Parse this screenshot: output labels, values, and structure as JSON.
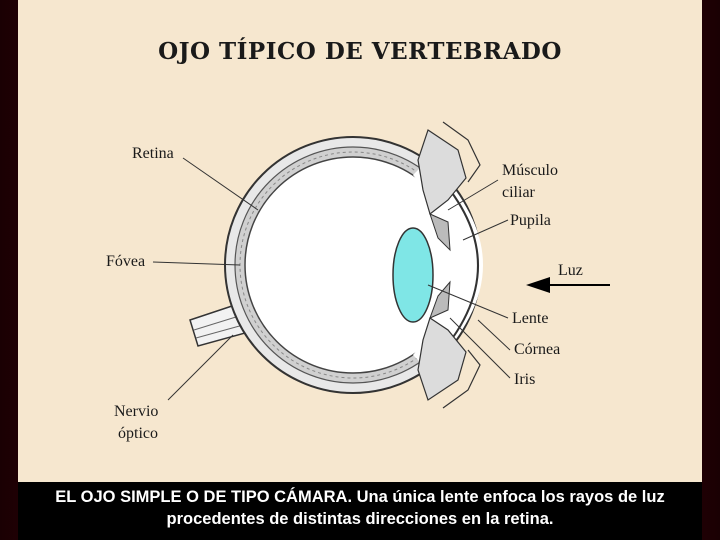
{
  "slide": {
    "title": "OJO TÍPICO DE VERTEBRADO",
    "caption_line1": "EL OJO SIMPLE O DE TIPO CÁMARA. Una única lente enfoca los rayos de luz",
    "caption_line2": "procedentes de distintas direcciones en la retina."
  },
  "labels": {
    "retina": "Retina",
    "fovea": "Fóvea",
    "nervio_line1": "Nervio",
    "nervio_line2": "óptico",
    "musculo_line1": "Músculo",
    "musculo_line2": "ciliar",
    "pupila": "Pupila",
    "luz": "Luz",
    "lente": "Lente",
    "cornea": "Córnea",
    "iris": "Iris"
  },
  "colors": {
    "background": "#f6e7cf",
    "lens": "#7fe6e6",
    "caption_bg": "#000000",
    "frame": "#7a0010"
  }
}
